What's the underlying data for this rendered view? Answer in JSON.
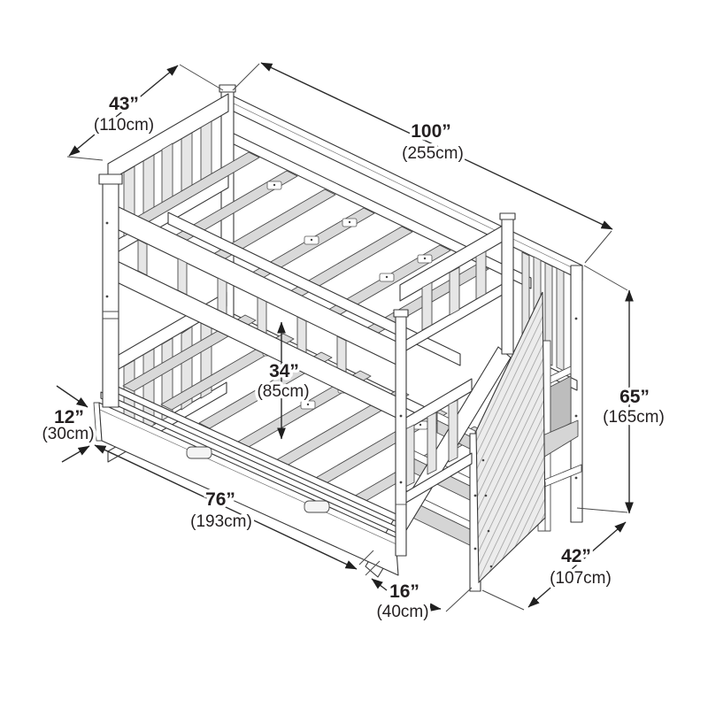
{
  "description": "Isometric line drawing of a bunk bed with staircase, shelves and trundle drawer, annotated with overall dimensions",
  "colors": {
    "ink": "#2b2b2b",
    "paper": "#ffffff",
    "fill_light": "#ececec",
    "fill_mid": "#d9d9d9",
    "fill_dark": "#bdbdbd",
    "text": "#231f20",
    "hatch": "#9b9b9b"
  },
  "dimensions": {
    "bed_width": {
      "in": "43”",
      "cm": "(110cm)"
    },
    "total_length": {
      "in": "100”",
      "cm": "(255cm)"
    },
    "bunk_spacing": {
      "in": "34”",
      "cm": "(85cm)"
    },
    "trundle_height": {
      "in": "12”",
      "cm": "(30cm)"
    },
    "total_height": {
      "in": "65”",
      "cm": "(165cm)"
    },
    "bed_length": {
      "in": "76”",
      "cm": "(193cm)"
    },
    "stair_offset": {
      "in": "16”",
      "cm": "(40cm)"
    },
    "staircase_depth": {
      "in": "42”",
      "cm": "(107cm)"
    }
  }
}
